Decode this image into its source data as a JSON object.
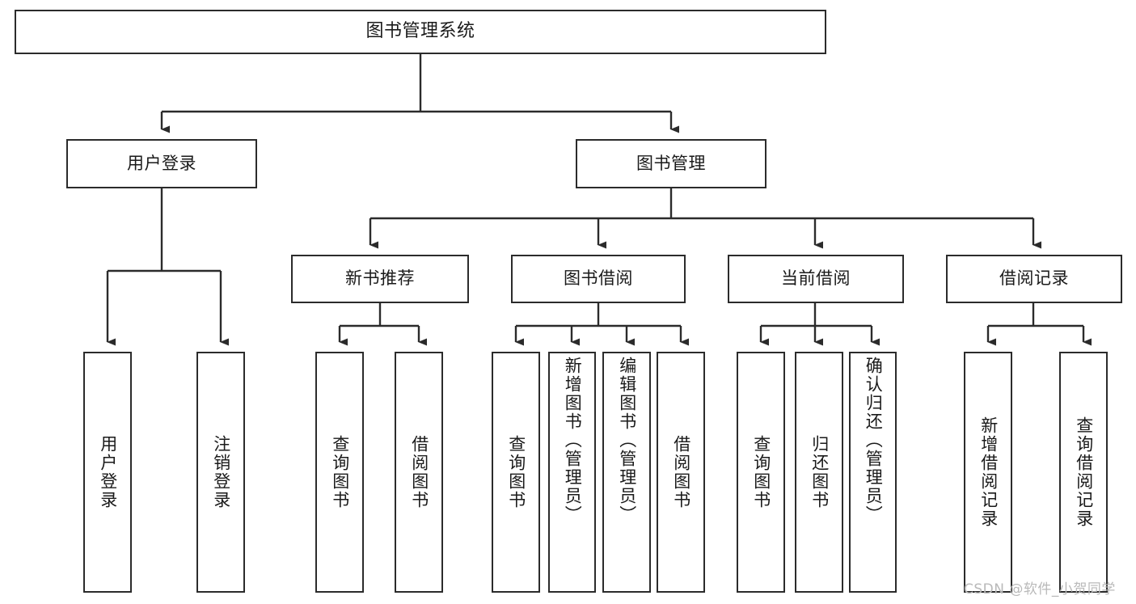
{
  "diagram": {
    "title": "图书管理系统",
    "type": "tree-hierarchy",
    "root": {
      "label": "图书管理系统"
    },
    "level1": [
      {
        "label": "用户登录"
      },
      {
        "label": "图书管理"
      }
    ],
    "level2": [
      {
        "label": "新书推荐"
      },
      {
        "label": "图书借阅"
      },
      {
        "label": "当前借阅"
      },
      {
        "label": "借阅记录"
      }
    ],
    "leaves": {
      "user_login": [
        {
          "label": "用户登录"
        },
        {
          "label": "注销登录"
        }
      ],
      "new_book_recommend": [
        {
          "label": "查询图书"
        },
        {
          "label": "借阅图书"
        }
      ],
      "book_borrow": [
        {
          "label": "查询图书"
        },
        {
          "label": "新增图书（管理员）"
        },
        {
          "label": "编辑图书（管理员）"
        },
        {
          "label": "借阅图书"
        }
      ],
      "current_borrow": [
        {
          "label": "查询图书"
        },
        {
          "label": "归还图书"
        },
        {
          "label": "确认归还（管理员）"
        }
      ],
      "borrow_record": [
        {
          "label": "新增借阅记录"
        },
        {
          "label": "查询借阅记录"
        }
      ]
    }
  },
  "watermark": {
    "text": "CSDN @软件_小贺同学"
  },
  "colors": {
    "stroke": "#2b2b2b",
    "text": "#1a1a1a",
    "background": "#ffffff",
    "watermark": "#b9b9b9"
  }
}
